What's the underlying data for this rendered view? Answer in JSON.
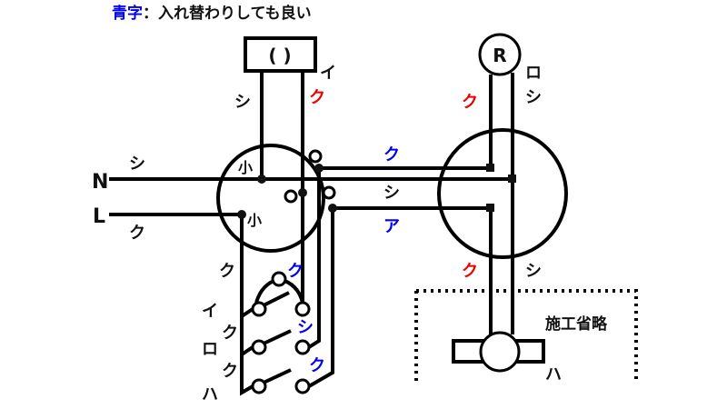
{
  "legend": {
    "blue_label": "青字",
    "rest": "：入れ替わりしても良い"
  },
  "top_box_label": "(   )",
  "lamp_R_label": "R",
  "line_labels": {
    "N": "N",
    "L": "L"
  },
  "circle_labels": {
    "upper_small": "小",
    "lower_small": "小"
  },
  "labels": [
    {
      "text": "シ",
      "color": "black"
    },
    {
      "text": "イ",
      "color": "black"
    },
    {
      "text": "ク",
      "color": "red"
    },
    {
      "text": "シ",
      "color": "black"
    },
    {
      "text": "ク",
      "color": "black"
    },
    {
      "text": "ク",
      "color": "blue"
    },
    {
      "text": "シ",
      "color": "black"
    },
    {
      "text": "ア",
      "color": "blue"
    },
    {
      "text": "ク",
      "color": "red"
    },
    {
      "text": "ロ",
      "color": "black"
    },
    {
      "text": "シ",
      "color": "black"
    },
    {
      "text": "ク",
      "color": "red"
    },
    {
      "text": "シ",
      "color": "black"
    },
    {
      "text": "ク",
      "color": "black"
    },
    {
      "text": "ク",
      "color": "blue"
    },
    {
      "text": "イ",
      "color": "black"
    },
    {
      "text": "ク",
      "color": "black"
    },
    {
      "text": "シ",
      "color": "blue"
    },
    {
      "text": "ロ",
      "color": "black"
    },
    {
      "text": "ク",
      "color": "black"
    },
    {
      "text": "ク",
      "color": "blue"
    },
    {
      "text": "ハ",
      "color": "black"
    },
    {
      "text": "ハ",
      "color": "black"
    }
  ],
  "omitted_note": "施工省略",
  "colors": {
    "blue": "#0000ee",
    "red": "#ee0000"
  }
}
